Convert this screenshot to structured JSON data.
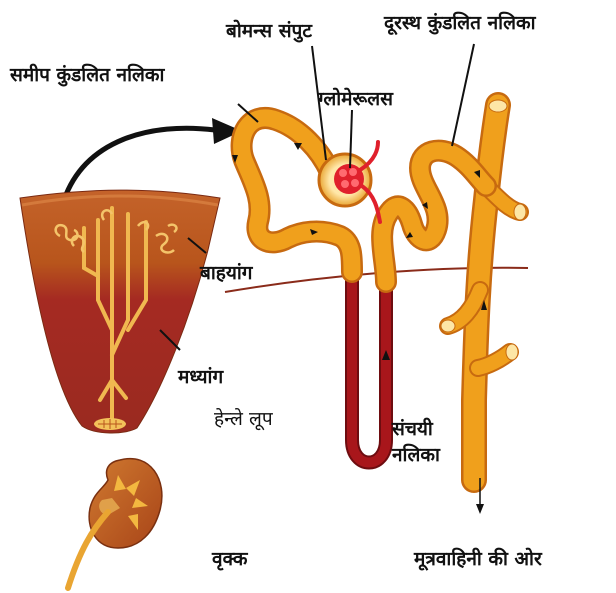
{
  "labels": {
    "pct": "समीप कुंडलित नलिका",
    "bowman": "बोमन्स संपुट",
    "dct": "दूरस्थ कुंडलित नलिका",
    "glomerulus": "ग्लोमेरूलस",
    "cortex": "बाहयांग",
    "medulla": "मध्यांग",
    "henle": "हेन्ले लूप",
    "collecting_1": "संचयी",
    "collecting_2": "नलिका",
    "kidney": "वृक्क",
    "to_ureter": "मूत्रवाहिनी की ओर"
  },
  "colors": {
    "tubule_orange": "#f0a01c",
    "tubule_outline": "#c76a10",
    "loop_red": "#a8161b",
    "cortex_brown": "#b8551c",
    "medulla_red": "#a52a22",
    "glomerulus_red": "#e0202c"
  }
}
